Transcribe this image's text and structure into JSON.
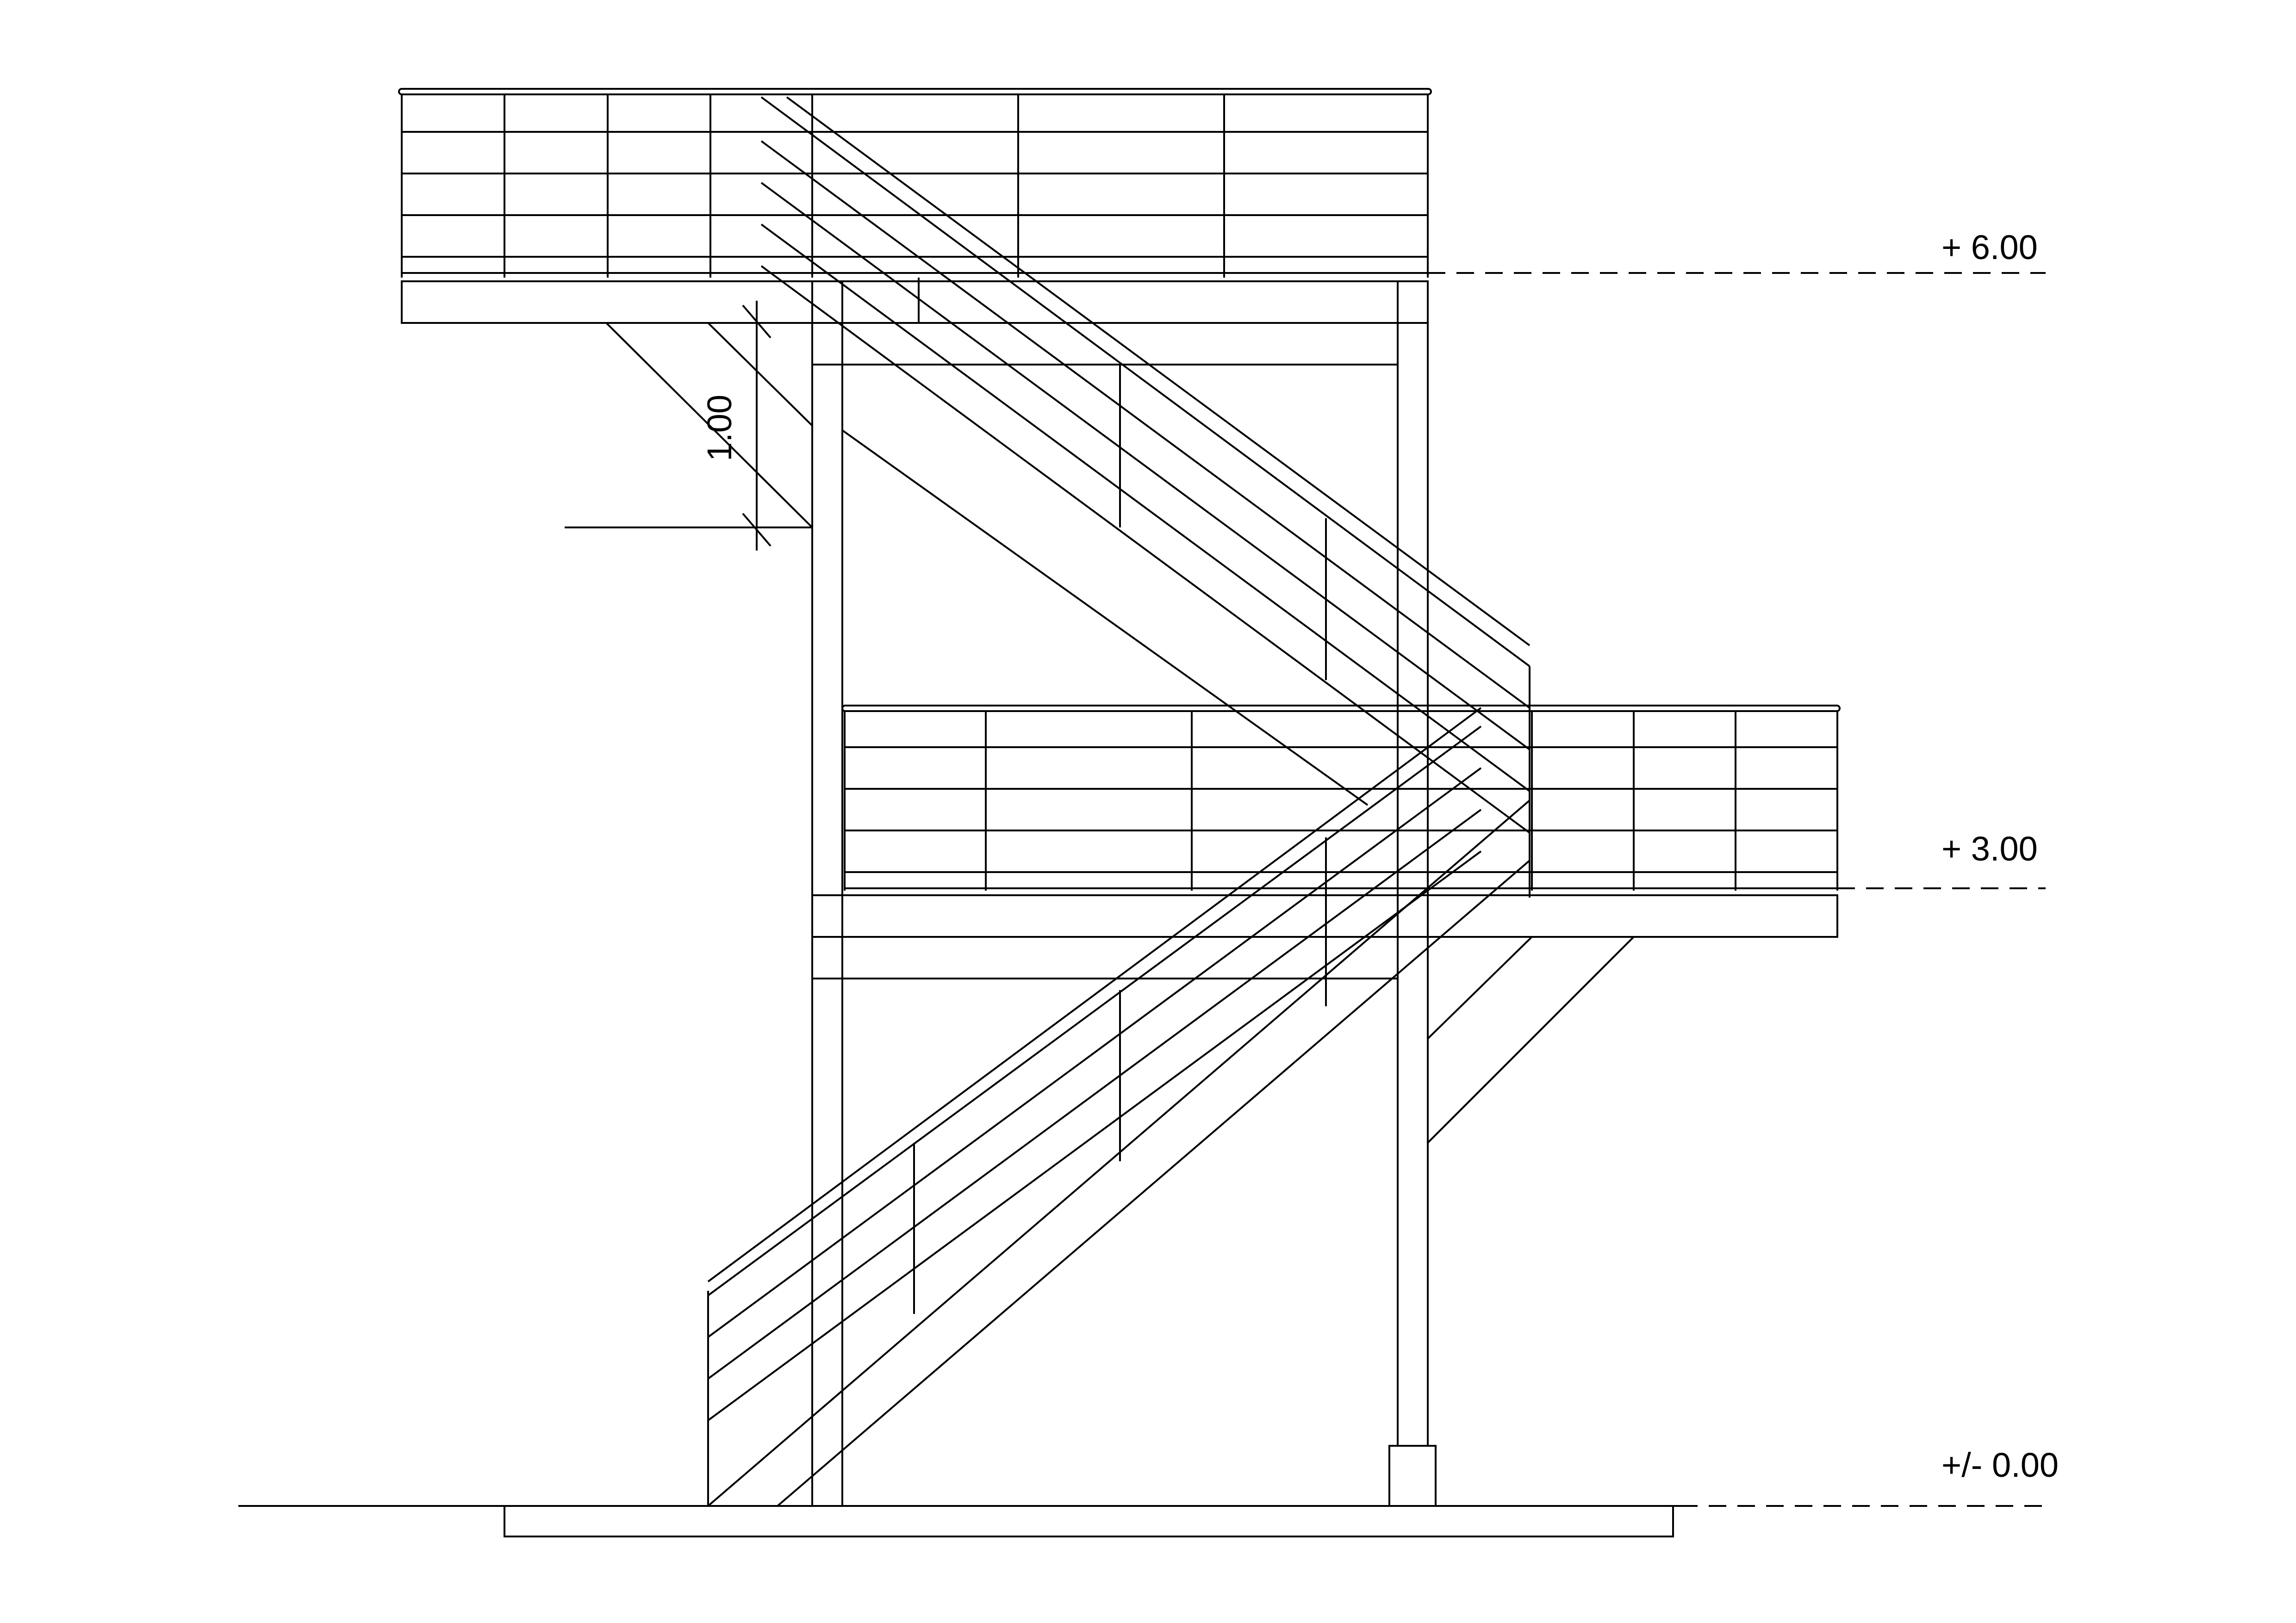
{
  "levels": {
    "top": "+ 6.00",
    "middle": "+ 3.00",
    "ground": "+/- 0.00"
  },
  "dimension": {
    "railing_height": "1.00"
  }
}
